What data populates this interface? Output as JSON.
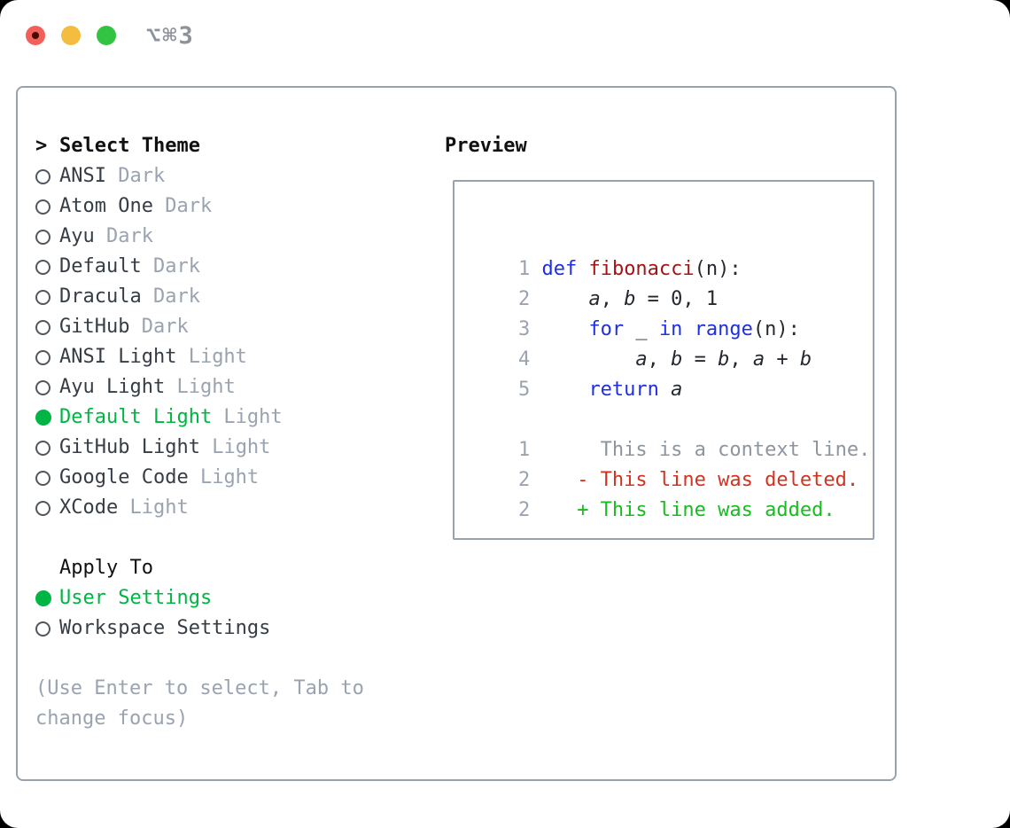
{
  "window": {
    "titlebar_shortcut": "⌥⌘3",
    "traffic_lights": [
      "close",
      "minimize",
      "zoom"
    ]
  },
  "theme_selector": {
    "heading_prefix": ">",
    "heading": "Select Theme",
    "items": [
      {
        "name": "ANSI",
        "variant": "Dark",
        "selected": false
      },
      {
        "name": "Atom One",
        "variant": "Dark",
        "selected": false
      },
      {
        "name": "Ayu",
        "variant": "Dark",
        "selected": false
      },
      {
        "name": "Default",
        "variant": "Dark",
        "selected": false
      },
      {
        "name": "Dracula",
        "variant": "Dark",
        "selected": false
      },
      {
        "name": "GitHub",
        "variant": "Dark",
        "selected": false
      },
      {
        "name": "ANSI Light",
        "variant": "Light",
        "selected": false
      },
      {
        "name": "Ayu Light",
        "variant": "Light",
        "selected": false
      },
      {
        "name": "Default Light",
        "variant": "Light",
        "selected": true
      },
      {
        "name": "GitHub Light",
        "variant": "Light",
        "selected": false
      },
      {
        "name": "Google Code",
        "variant": "Light",
        "selected": false
      },
      {
        "name": "XCode",
        "variant": "Light",
        "selected": false
      }
    ]
  },
  "apply_to": {
    "heading": "Apply To",
    "items": [
      {
        "name": "User Settings",
        "variant": "",
        "selected": true
      },
      {
        "name": "Workspace Settings",
        "variant": "",
        "selected": false
      }
    ]
  },
  "hint": {
    "text": "(Use Enter to select, Tab to change focus)"
  },
  "preview": {
    "heading": "Preview",
    "code_lines": [
      {
        "num": "1",
        "segments": [
          [
            "kw",
            "def"
          ],
          [
            "pl",
            " "
          ],
          [
            "fn",
            "fibonacci"
          ],
          [
            "pl",
            "(n):"
          ]
        ]
      },
      {
        "num": "2",
        "segments": [
          [
            "pl",
            "    "
          ],
          [
            "var",
            "a"
          ],
          [
            "pl",
            ", "
          ],
          [
            "var",
            "b"
          ],
          [
            "pl",
            " = 0, 1"
          ]
        ]
      },
      {
        "num": "3",
        "segments": [
          [
            "pl",
            "    "
          ],
          [
            "kw",
            "for"
          ],
          [
            "pl",
            " _ "
          ],
          [
            "kw",
            "in"
          ],
          [
            "pl",
            " "
          ],
          [
            "kw",
            "range"
          ],
          [
            "pl",
            "(n):"
          ]
        ]
      },
      {
        "num": "4",
        "segments": [
          [
            "pl",
            "        "
          ],
          [
            "var",
            "a"
          ],
          [
            "pl",
            ", "
          ],
          [
            "var",
            "b"
          ],
          [
            "pl",
            " = "
          ],
          [
            "var",
            "b"
          ],
          [
            "pl",
            ", "
          ],
          [
            "var",
            "a"
          ],
          [
            "pl",
            " + "
          ],
          [
            "var",
            "b"
          ]
        ]
      },
      {
        "num": "5",
        "segments": [
          [
            "pl",
            "    "
          ],
          [
            "kw",
            "return"
          ],
          [
            "pl",
            " "
          ],
          [
            "var",
            "a"
          ]
        ]
      },
      {
        "num": "",
        "segments": []
      },
      {
        "num": "1",
        "segments": [
          [
            "ctx",
            "     This is a context line."
          ]
        ]
      },
      {
        "num": "2",
        "segments": [
          [
            "del",
            "   - This line was deleted."
          ]
        ]
      },
      {
        "num": "2",
        "segments": [
          [
            "add",
            "   + This line was added."
          ]
        ]
      }
    ]
  },
  "colors": {
    "panel_border": "#98a2af",
    "selection_green": "#00b544",
    "added_green": "#16bd1f",
    "deleted_red": "#d2331f",
    "keyword_blue": "#1e2fe4",
    "function_red": "#a31515",
    "muted_gray": "#9aa3b0",
    "titlebar_gray": "#8e939b",
    "traffic_red": "#f2605a",
    "traffic_yellow": "#f5bd40",
    "traffic_green": "#33c343"
  }
}
